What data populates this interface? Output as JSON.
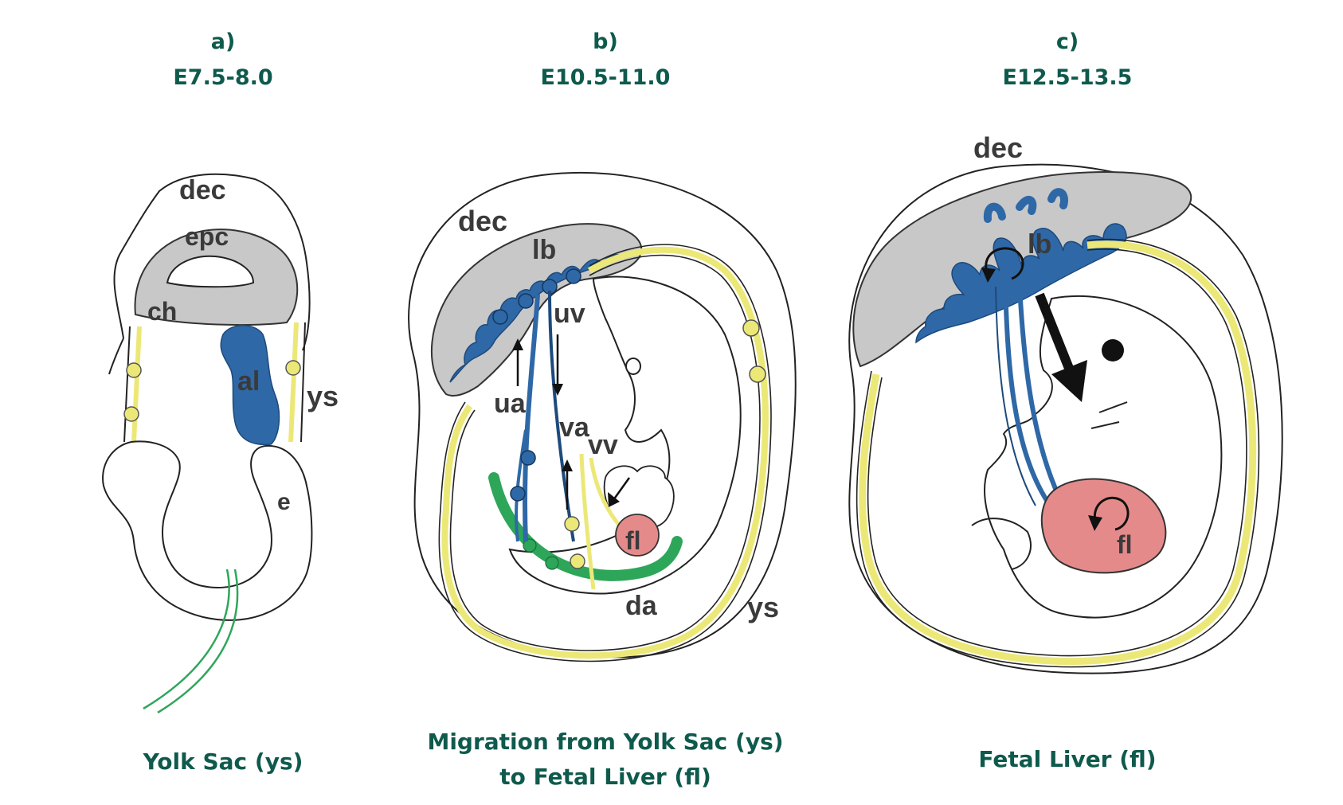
{
  "panels": [
    {
      "letter": "a)",
      "stage": "E7.5-8.0",
      "caption_line1": "Yolk Sac (ys)",
      "caption_line2": "",
      "labels": {
        "dec": "dec",
        "epc": "epc",
        "ch": "ch",
        "al": "al",
        "ys": "ys",
        "e": "e"
      }
    },
    {
      "letter": "b)",
      "stage": "E10.5-11.0",
      "caption_line1": "Migration from Yolk Sac (ys)",
      "caption_line2": "to Fetal Liver (fl)",
      "labels": {
        "dec": "dec",
        "lb": "lb",
        "uv": "uv",
        "ua": "ua",
        "va": "va",
        "vv": "vv",
        "fl": "fl",
        "da": "da",
        "ys": "ys"
      }
    },
    {
      "letter": "c)",
      "stage": "E12.5-13.5",
      "caption_line1": "Fetal Liver (fl)",
      "caption_line2": "",
      "labels": {
        "dec": "dec",
        "lb": "lb",
        "fl": "fl"
      }
    }
  ],
  "colors": {
    "heading_text": "#0e5a4c",
    "placenta_gray": "#c8c8c8",
    "vessel_blue": "#2f68a6",
    "yolk_sac_yellow": "#ece878",
    "aorta_green": "#2ea65a",
    "fetal_liver_pink": "#e58a8a"
  }
}
